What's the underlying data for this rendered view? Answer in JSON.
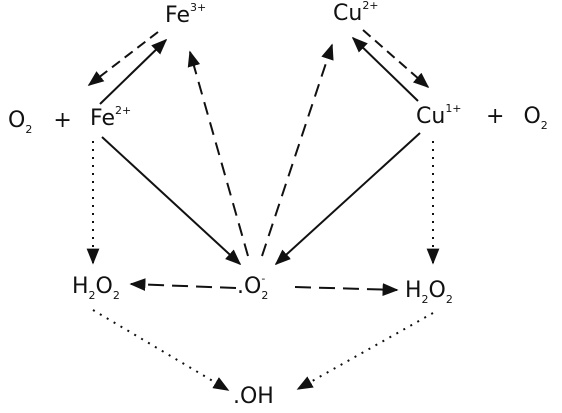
{
  "nodes": {
    "fe3": {
      "base": "Fe",
      "sup": "3+"
    },
    "cu2": {
      "base": "Cu",
      "sup": "2+"
    },
    "o2_left": {
      "base": "O",
      "sub": "2",
      "plus": "+"
    },
    "fe2": {
      "base": "Fe",
      "sup": "2+"
    },
    "cu1": {
      "base": "Cu",
      "sup": "1+"
    },
    "o2_right": {
      "plus": "+",
      "base": "O",
      "sub": "2"
    },
    "h2o2_left": {
      "a": "H",
      "sub1": "2",
      "b": "O",
      "sub2": "2"
    },
    "superoxide": {
      "dot": ".",
      "base": "O",
      "sub": "2",
      "sup": "-"
    },
    "h2o2_right": {
      "a": "H",
      "sub1": "2",
      "b": "O",
      "sub2": "2"
    },
    "hydroxyl": {
      "text": ".OH"
    }
  },
  "colors": {
    "ink": "#111111",
    "background": "#ffffff"
  }
}
